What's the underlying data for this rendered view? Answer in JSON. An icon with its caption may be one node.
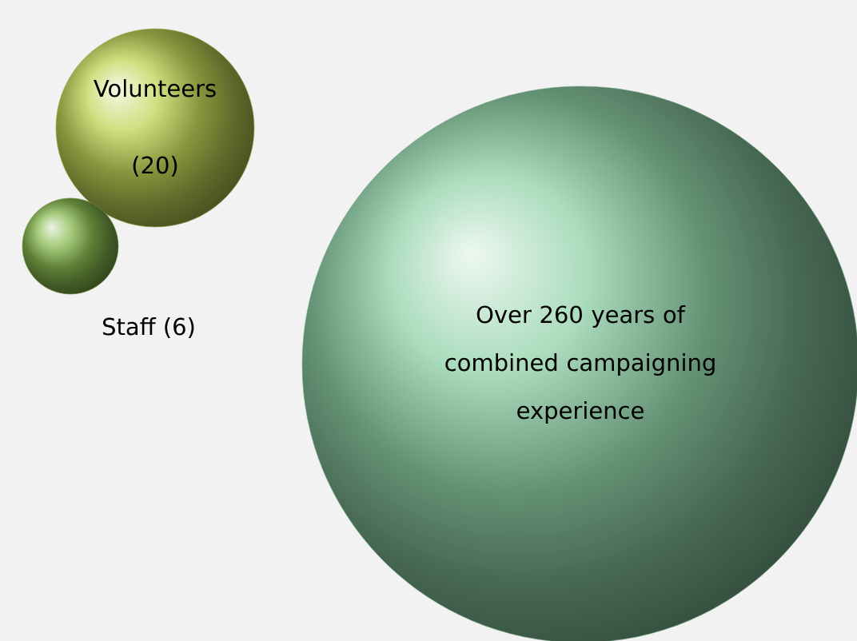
{
  "diagram": {
    "nodes": [
      {
        "text": [
          "Volunteers (20)"
        ]
      },
      {
        "text": [],
        "shape": "circle",
        "beside": [
          "Staff (6)"
        ]
      },
      {
        "text": [
          "Over 260 years of combined campaigning experience"
        ]
      }
    ]
  }
}
